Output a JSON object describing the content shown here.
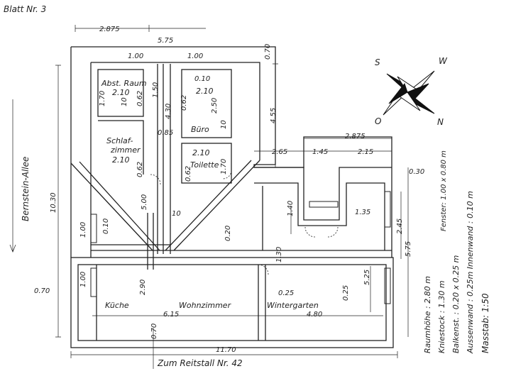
{
  "sheet_label": "Blatt Nr. 3",
  "street_left": "Bernstein-Allee",
  "street_bottom": "Zum  Reitstall Nr. 42",
  "compass": {
    "s": "S",
    "w": "W",
    "o": "O",
    "n": "N"
  },
  "rooms": {
    "abst": "Abst. Raum",
    "abst_dim": "2.10",
    "buero": "Büro",
    "buero_dim": "2.10",
    "schlaf1": "Schlaf-",
    "schlaf2": "zimmer",
    "schlaf_dim": "2.10",
    "toilette": "Toilette",
    "toilette_dim": "2.10",
    "kueche": "Küche",
    "wohn": "Wohnzimmer",
    "winter": "Wintergarten"
  },
  "dims": {
    "d2875a": "2.875",
    "d575a": "5.75",
    "d100a": "1.00",
    "d100b": "1.00",
    "d070a": "0.70",
    "d010": "0.10",
    "d170": "1.70",
    "d062a": "0.62",
    "d150": "1.50",
    "d430": "4.30",
    "d062b": "0.62",
    "d250": "2.50",
    "d10a": "10",
    "d10b": "10",
    "d085": "0.85",
    "d455": "4.55",
    "d265": "2.65",
    "d145": "1.45",
    "d2875b": "2.875",
    "d215": "2.15",
    "d030": "0.30",
    "d1030": "10.30",
    "d062c": "0.62",
    "d062d": "0.62",
    "d500": "5.00",
    "d10c": "10",
    "d170b": "1.70",
    "d140": "1.40",
    "d135": "1.35",
    "d245": "2.45",
    "d100c": "1.00",
    "d010b": "0.10",
    "d020": "0.20",
    "d130": "1.30",
    "d575b": "5.75",
    "d100d": "1.00",
    "d070b": "0.70",
    "d290": "2.90",
    "d025a": "0.25",
    "d525": "5.25",
    "d025b": "0.25",
    "d615": "6.15",
    "d480": "4.80",
    "d070c": "0.70",
    "d1170": "11.70"
  },
  "fenster": "Fenster: 1.00 x 0.80 m",
  "notes": {
    "raumhoehe": "Raumhöhe : 2.80 m",
    "kniestock": "Kniestock : 1.30 m",
    "balken": "Balkenst. : 0.20 x 0.25 m",
    "aussen": "Aussenwand : 0.25m  Innenwand : 0.10 m",
    "massstab": "Masstab: 1:50"
  }
}
